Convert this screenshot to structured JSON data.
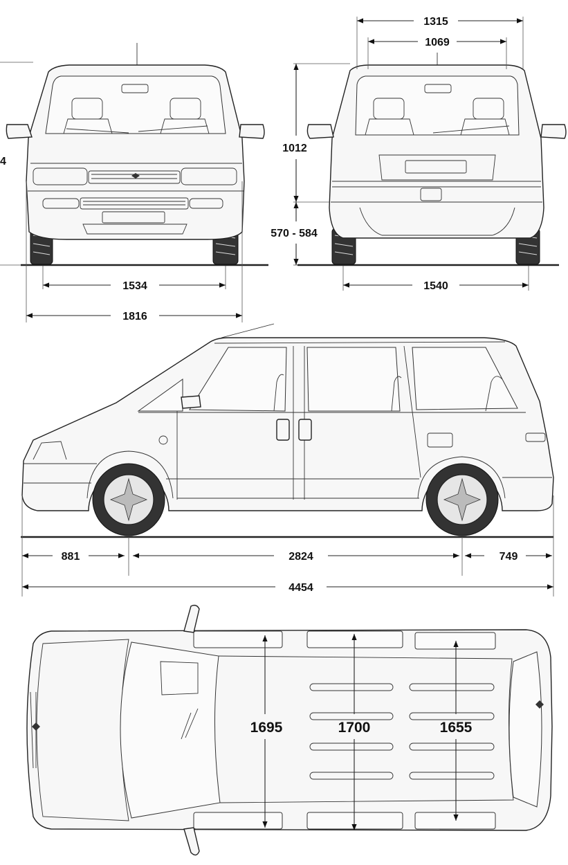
{
  "dimensions": {
    "front_height_partial": "4",
    "front_track": "1534",
    "overall_width": "1816",
    "rear_width_top": "1315",
    "rear_width_inner": "1069",
    "rear_body_height": "1012",
    "ground_clearance": "570 - 584",
    "rear_track": "1540",
    "front_overhang": "881",
    "wheelbase": "2824",
    "rear_overhang": "749",
    "overall_length": "4454",
    "interior_width_front": "1695",
    "interior_width_middle": "1700",
    "interior_width_rear": "1655"
  },
  "colors": {
    "line": "#222222",
    "tire": "#333333",
    "background": "#ffffff"
  }
}
